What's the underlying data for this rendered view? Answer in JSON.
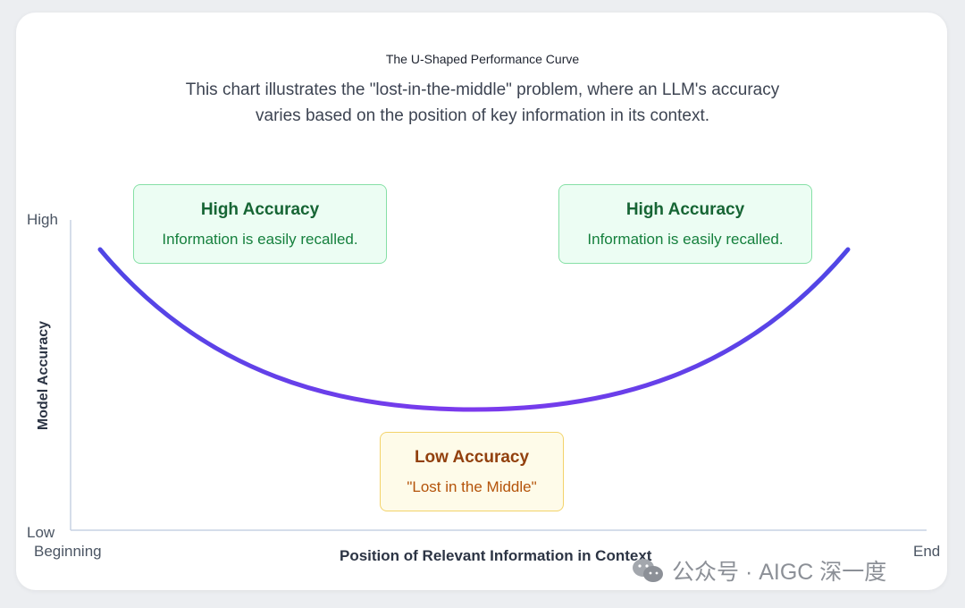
{
  "title": "The U-Shaped Performance Curve",
  "description": "This chart illustrates the \"lost-in-the-middle\" problem, where an LLM's accuracy varies based on the position of key information in its context.",
  "y_axis": {
    "title": "Model Accuracy",
    "top_label": "High",
    "bottom_label": "Low"
  },
  "x_axis": {
    "title": "Position of Relevant Information in Context",
    "start_label": "Beginning",
    "end_label": "End"
  },
  "callouts": [
    {
      "title": "High Accuracy",
      "body": "Information is easily recalled.",
      "tone": "green"
    },
    {
      "title": "High Accuracy",
      "body": "Information is easily recalled.",
      "tone": "green"
    },
    {
      "title": "Low Accuracy",
      "body": "\"Lost in the Middle\"",
      "tone": "yellow"
    }
  ],
  "curve": {
    "shape": "U",
    "color_start": "#4f46e5",
    "color_end": "#7c3aed"
  },
  "watermark": "公众号 · AIGC 深一度",
  "colors": {
    "curve": "#5b3fe0",
    "axis": "#c7d2e4",
    "green_bg": "#ecfdf3",
    "yellow_bg": "#fefbe9"
  }
}
